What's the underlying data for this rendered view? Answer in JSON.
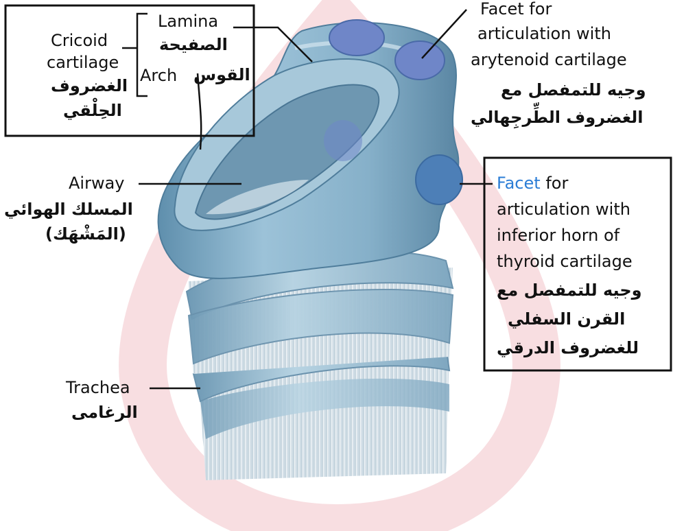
{
  "colors": {
    "cartilage": "#8fb7cf",
    "cartilage_dark": "#5f8fad",
    "cartilage_light": "#c3dbe8",
    "facet": "#6f86c8",
    "watermark": "#f2c3c8",
    "line": "#111111"
  },
  "labels": {
    "cricoid": {
      "en_1": "Cricoid",
      "en_2": "cartilage",
      "ar_1": "الغضروف",
      "ar_2": "الحِلْقي"
    },
    "lamina": {
      "en": "Lamina",
      "ar": "الصفيحة"
    },
    "arch": {
      "en": "Arch",
      "ar": "القوس"
    },
    "facet_arytenoid": {
      "en_1": "Facet for",
      "en_2": "articulation with",
      "en_3": "arytenoid cartilage",
      "ar_1": "وجيه للتمفصل مع",
      "ar_2": "الغضروف الطِّرجِهالي"
    },
    "airway": {
      "en": "Airway",
      "ar_1": "المسلك الهوائي",
      "ar_2": "(المَشْهَك)"
    },
    "facet_thyroid": {
      "en_1a": "Facet",
      "en_1b": " for",
      "en_2": "articulation with",
      "en_3": "inferior horn of",
      "en_4": "thyroid cartilage",
      "ar_1": "وجيه للتمفصل مع",
      "ar_2": "القرن السفلي",
      "ar_3": "للغضروف الدرقي"
    },
    "trachea": {
      "en": "Trachea",
      "ar": "الرغامى"
    }
  }
}
